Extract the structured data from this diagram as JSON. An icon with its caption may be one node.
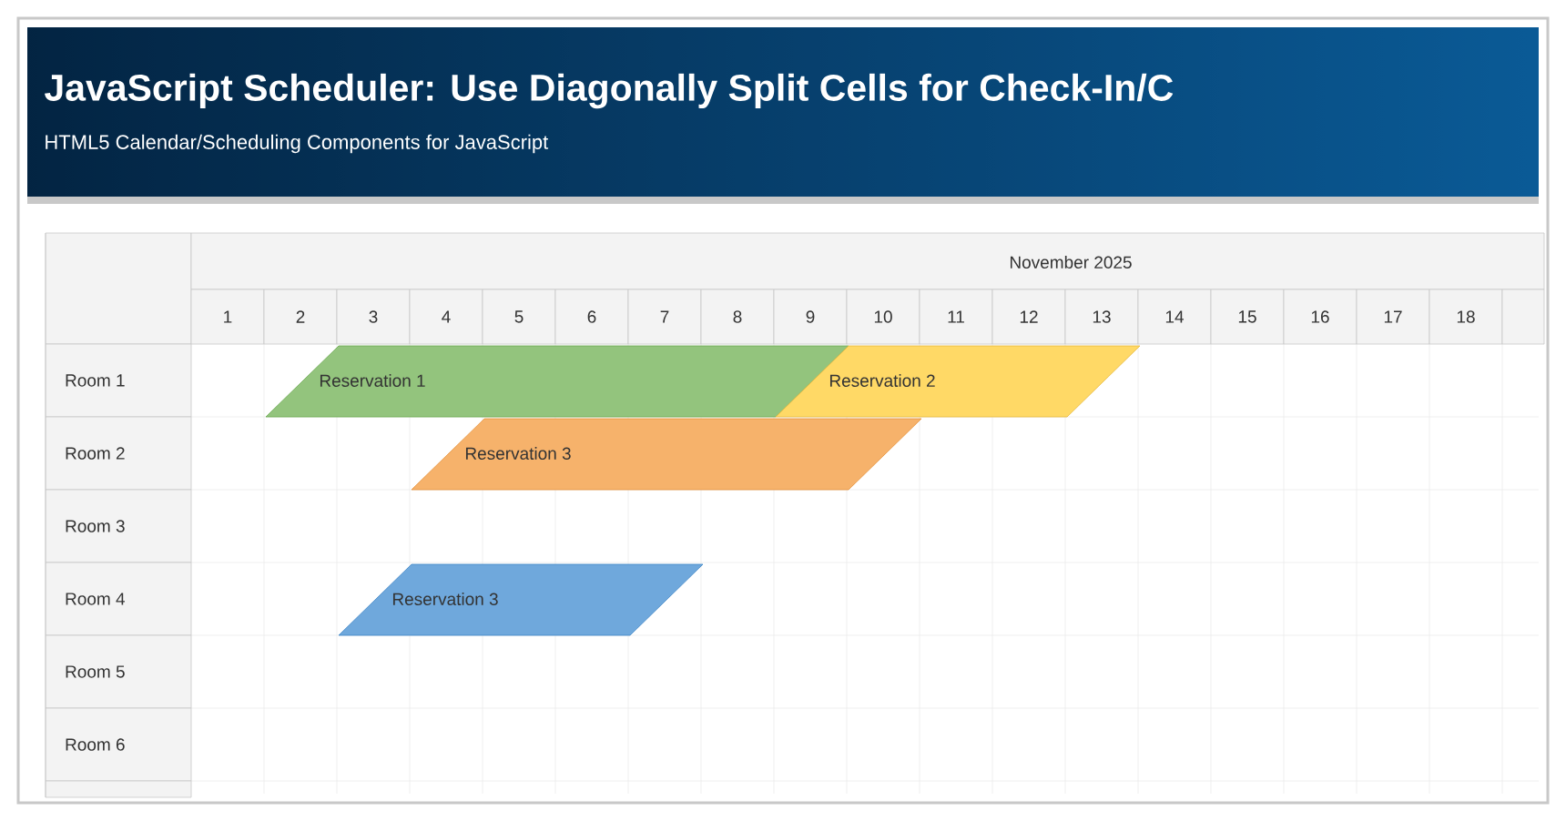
{
  "diagram": {
    "title": "JavaScript Scheduler: Use Diagonally Split Cells for Check-In/C",
    "caption": "HTML5 Calendar/Scheduling Components for JavaScript",
    "nodes": [
      {
        "text": [
          "Reservation 1"
        ]
      },
      {
        "text": [
          "Reservation 2"
        ]
      },
      {
        "text": [
          "Reservation 3"
        ]
      },
      {
        "text": [
          "Reservation 3"
        ]
      }
    ],
    "labels": [
      "November 2025",
      "1",
      "2",
      "3",
      "4",
      "5",
      "6",
      "7",
      "8",
      "9",
      "10",
      "11",
      "12",
      "13",
      "14",
      "15",
      "16",
      "17",
      "18",
      "Room 1",
      "Room 2",
      "Room 3",
      "Room 4",
      "Room 5",
      "Room 6"
    ]
  }
}
